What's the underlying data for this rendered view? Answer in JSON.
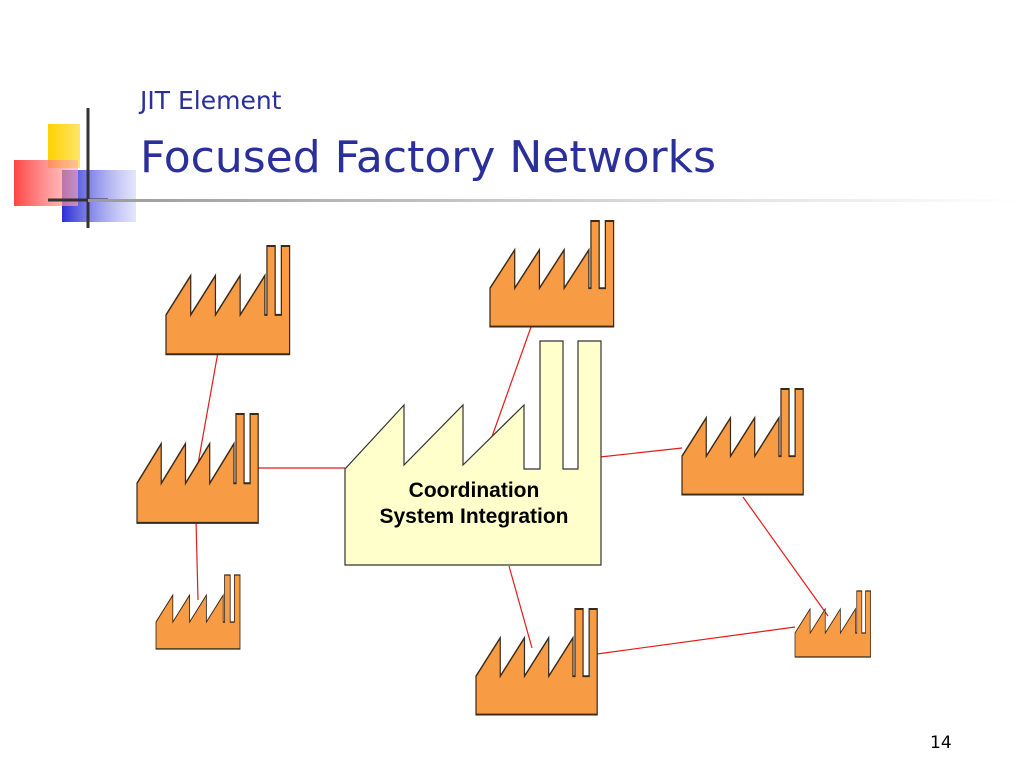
{
  "slide": {
    "subtitle": "JIT Element",
    "title": "Focused Factory Networks",
    "page_number": "14"
  },
  "diagram": {
    "center": {
      "line1": "Coordination",
      "line2": "System Integration"
    },
    "colors": {
      "factory_fill": "#f79b45",
      "center_fill": "#ffffcc",
      "link_line": "#e31b1b",
      "title_text": "#2b2f9a",
      "logo_yellow": "#ffd200",
      "logo_red": "#ff3b3b",
      "logo_blue": "#2b2fd6"
    },
    "icons": {
      "factory": "factory-icon"
    }
  }
}
